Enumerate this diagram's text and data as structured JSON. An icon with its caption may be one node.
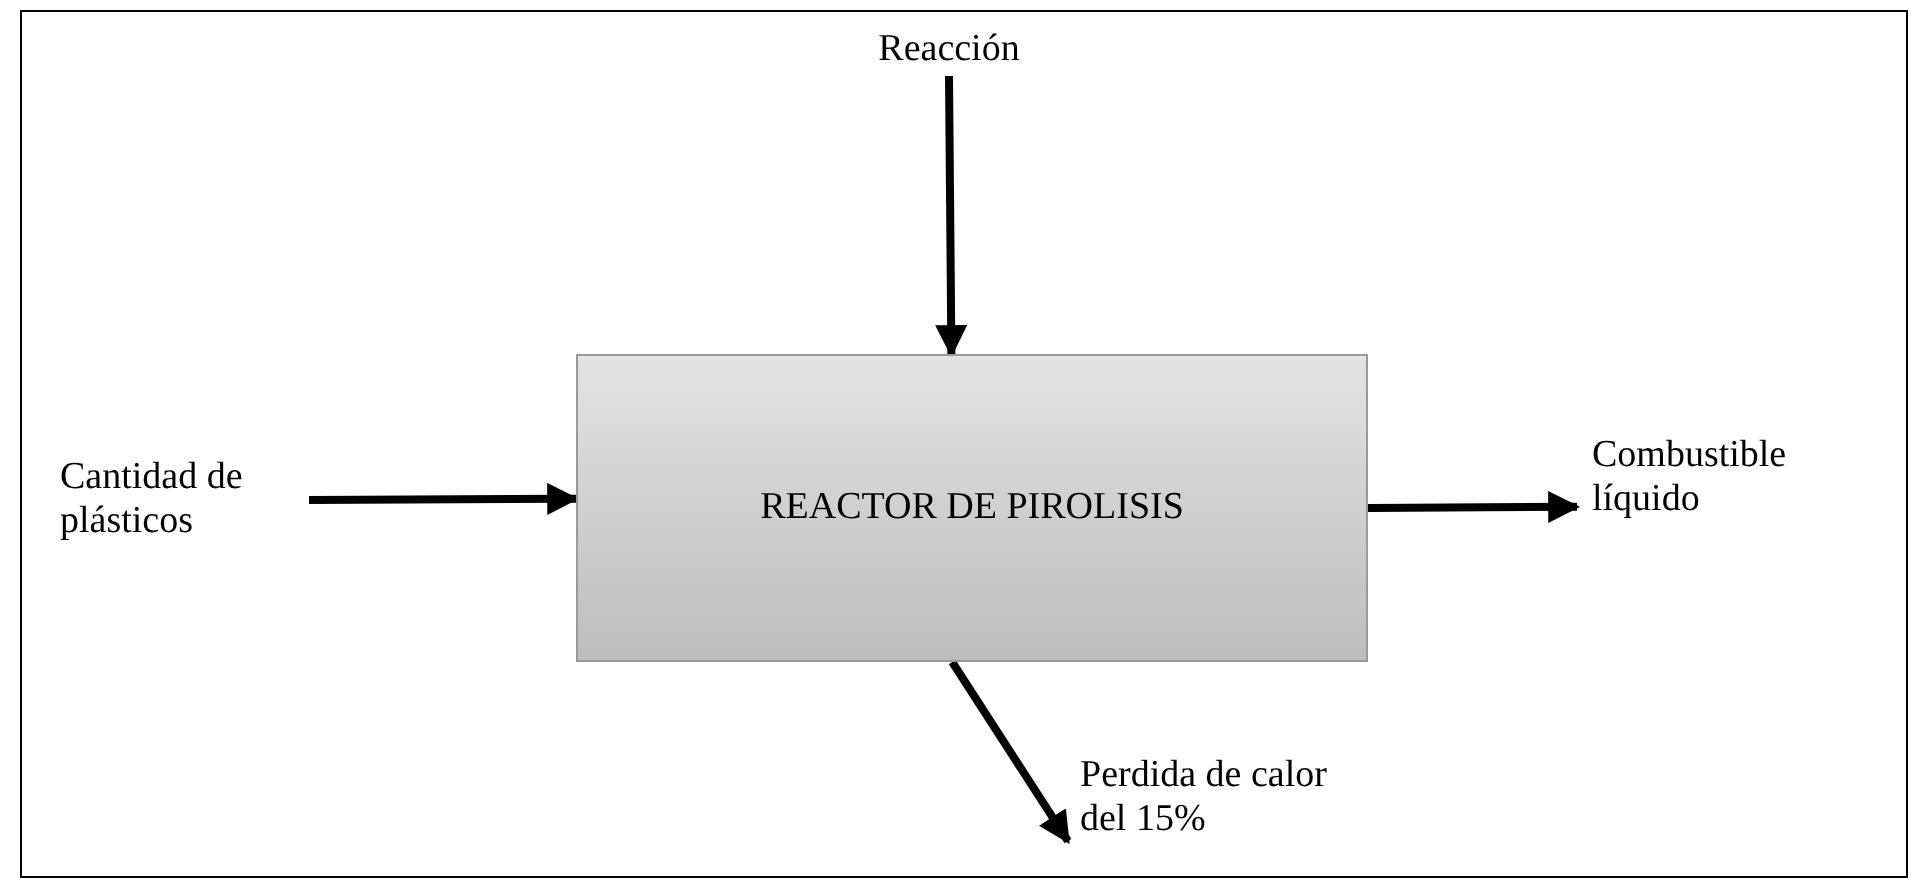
{
  "diagram": {
    "nodes": [
      {
        "text": [
          "Reacción"
        ]
      },
      {
        "text": [
          "Cantidad de plásticos"
        ]
      },
      {
        "text": [
          "REACTOR DE PIROLISIS"
        ]
      },
      {
        "text": [
          "Combustible líquido"
        ]
      },
      {
        "text": [
          "Perdida de calor del 15%"
        ]
      }
    ],
    "edges": [
      {
        "from": 0,
        "to": 2,
        "arrow": "to"
      },
      {
        "from": 1,
        "to": 2,
        "arrow": "to"
      },
      {
        "from": 2,
        "to": 3,
        "arrow": "to"
      },
      {
        "from": 2,
        "to": 4,
        "arrow": "to"
      }
    ]
  }
}
